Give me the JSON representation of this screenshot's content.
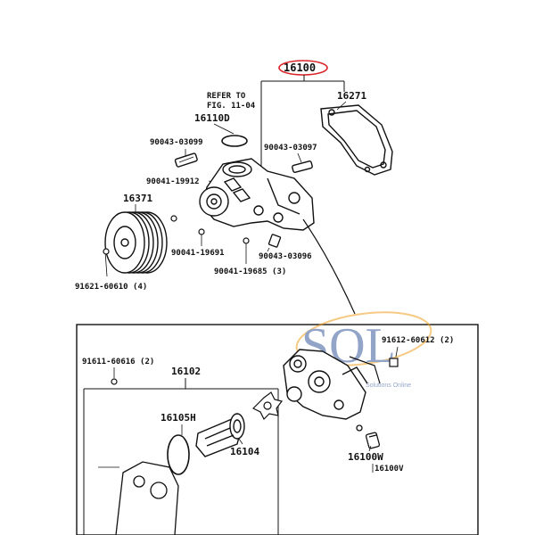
{
  "parts": {
    "assembly_number": "16100",
    "refer_line1": "REFER TO",
    "refer_line2": "FIG. 11-04",
    "gasket": "16271",
    "oring_upper": "16110D",
    "bolt_a": "90043-03099",
    "bolt_b": "90043-03097",
    "bolt_c": "90041-19912",
    "pulley": "16371",
    "bolt_d": "90041-19691",
    "bolt_e": "90043-03096",
    "bolt_f": "90041-19685 (3)",
    "bolt_g": "91621-60610 (4)",
    "bolt_h": "91611-60616 (2)",
    "bolt_i": "91612-60612 (2)",
    "sub_assembly": "16102",
    "oring_lower": "16105H",
    "impeller_part": "16104",
    "sensor": "16100W"
  },
  "watermark": {
    "text": "SOL",
    "subtext": "Solutions Online"
  },
  "colors": {
    "ink": "#111111",
    "highlight": "#d8262a",
    "watermark_blue": "#3a5a9a",
    "watermark_orange": "#f0a020"
  }
}
